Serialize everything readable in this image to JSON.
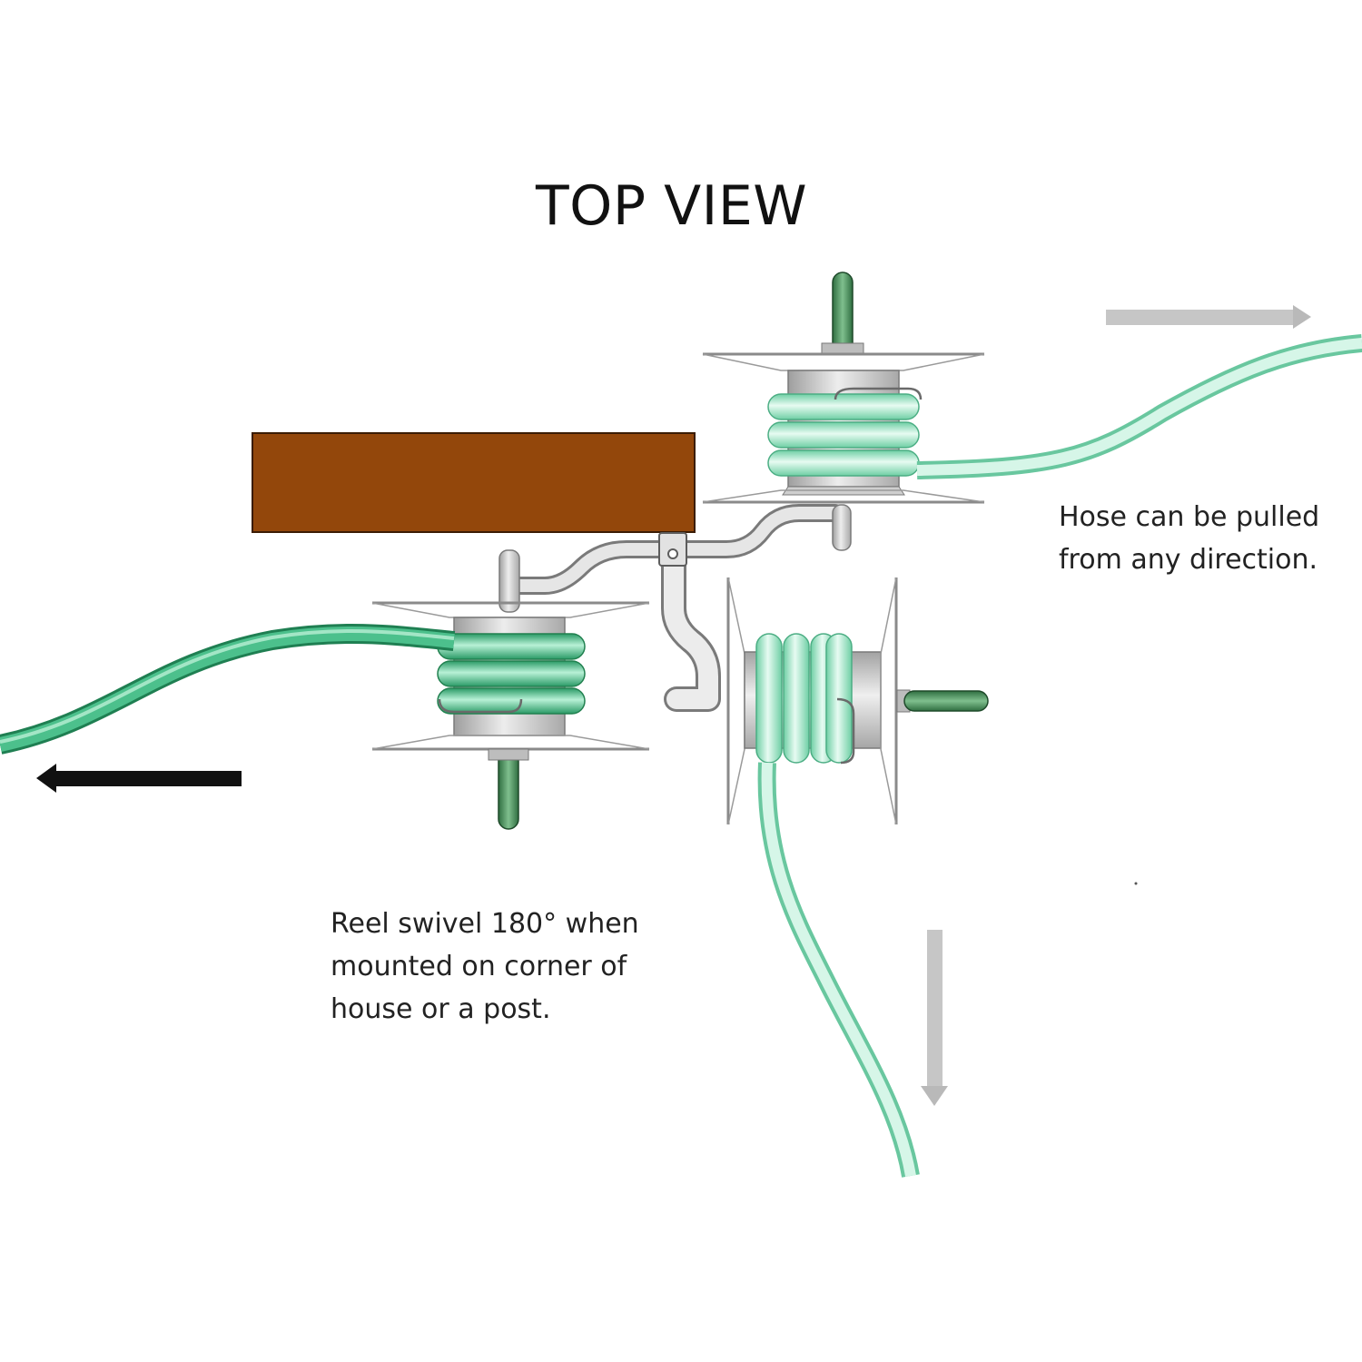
{
  "title": "TOP VIEW",
  "notes": {
    "pull": [
      "Hose can be pulled",
      "from any direction."
    ],
    "swivel": [
      "Reel swivel 180° when",
      "mounted on corner of",
      "house or a post."
    ]
  },
  "colors": {
    "wall": "#93470b",
    "hose_dark": "#42b881",
    "hose_light": "#a8e9cd",
    "handle": "#3e8452",
    "metal": "#d6d6d6",
    "outline": "#7a7a7a",
    "arrow_black": "#111111",
    "arrow_gray": "#c6c6c6"
  },
  "icons": {
    "left": "arrow-left-icon",
    "right": "arrow-right-icon",
    "down": "arrow-down-icon"
  }
}
